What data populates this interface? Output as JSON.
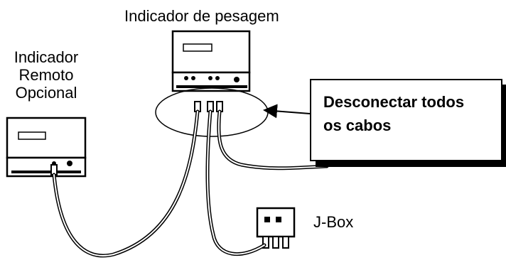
{
  "labels": {
    "weighing_indicator": "Indicador de pesagem",
    "remote_indicator_lines": [
      "Indicador",
      "Remoto",
      "Opcional"
    ],
    "callout_lines": [
      "Desconectar todos",
      "os cabos"
    ],
    "jbox": "J-Box"
  }
}
